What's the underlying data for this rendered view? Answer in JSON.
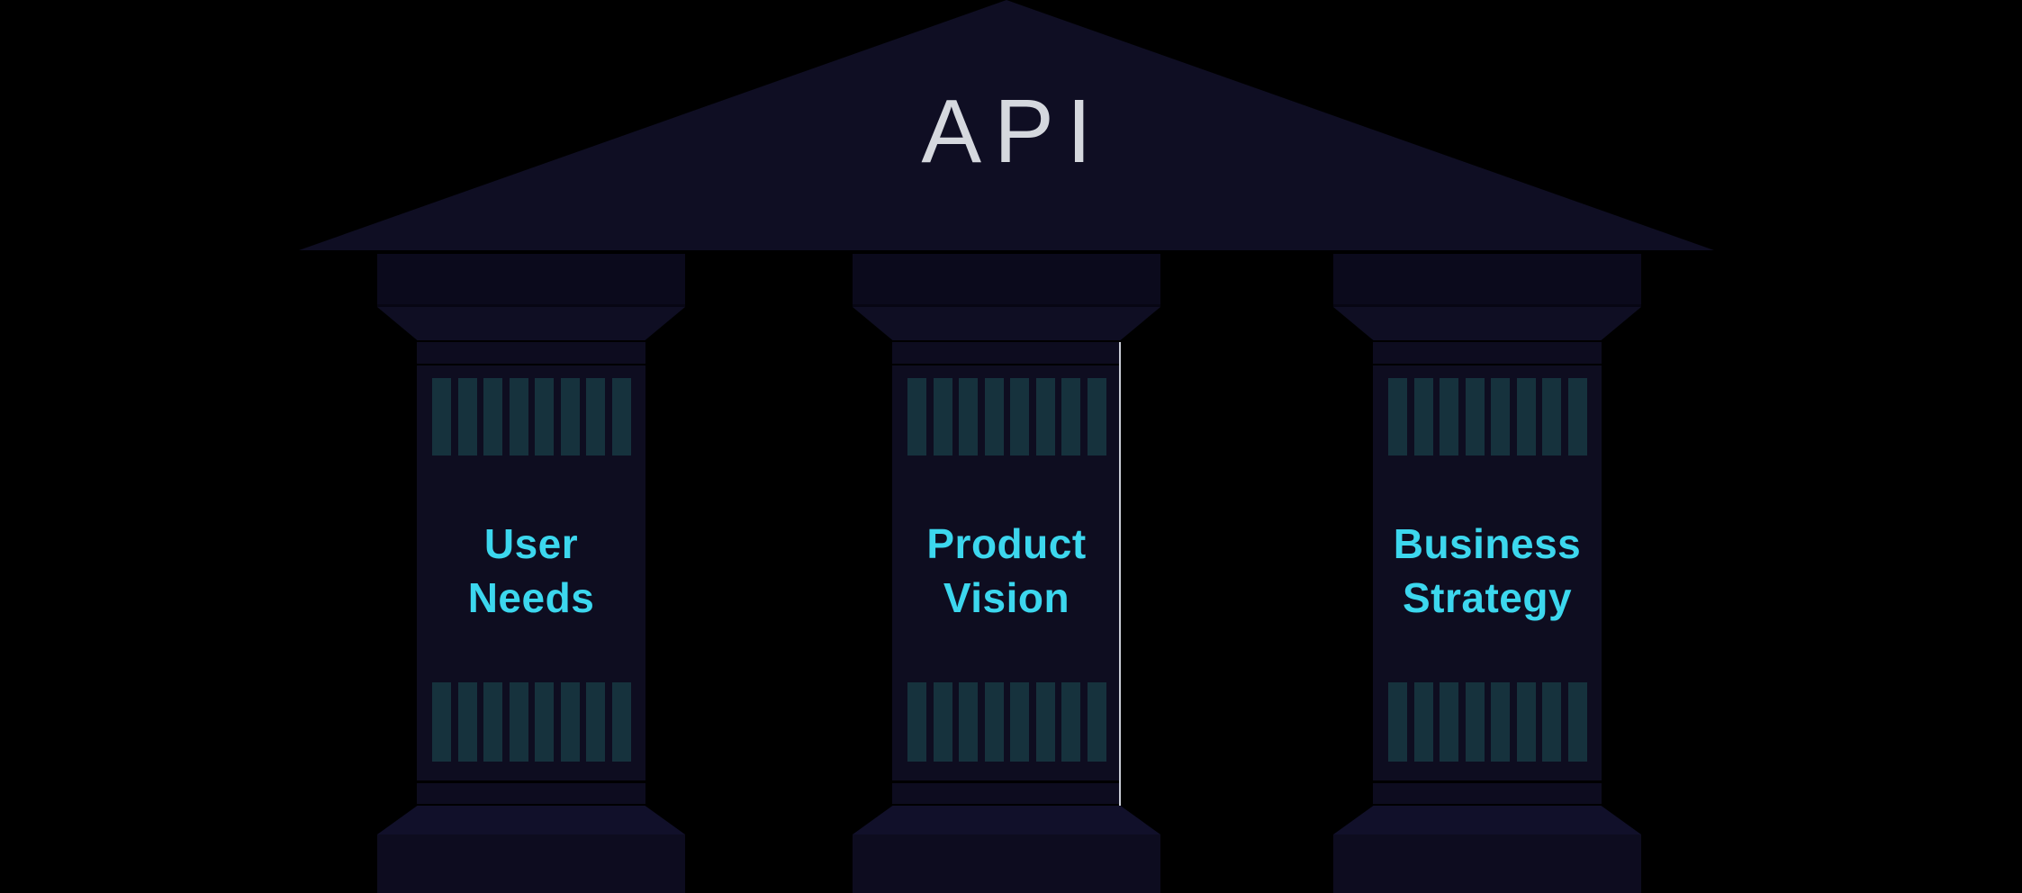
{
  "title": "API temple diagram",
  "background_color": "#000000",
  "pediment": {
    "label": "API",
    "fill_color": "#0F0E23",
    "text_color": "#D5D8DE"
  },
  "pillars": [
    {
      "id": "user-needs",
      "label": [
        "User",
        "Needs"
      ]
    },
    {
      "id": "product-vision",
      "label": [
        "Product",
        "Vision"
      ],
      "edge_highlight": true
    },
    {
      "id": "business-strategy",
      "label": [
        "Business",
        "Strategy"
      ]
    }
  ],
  "styles": {
    "pillar_label_color": "#3CD7EE",
    "flute_color": "#16323D",
    "structure_color": "#0D0C1F",
    "edge_highlight_color": "#C8CCD5",
    "flutes_per_band": 8,
    "flute_bands_per_pillar": 2
  }
}
